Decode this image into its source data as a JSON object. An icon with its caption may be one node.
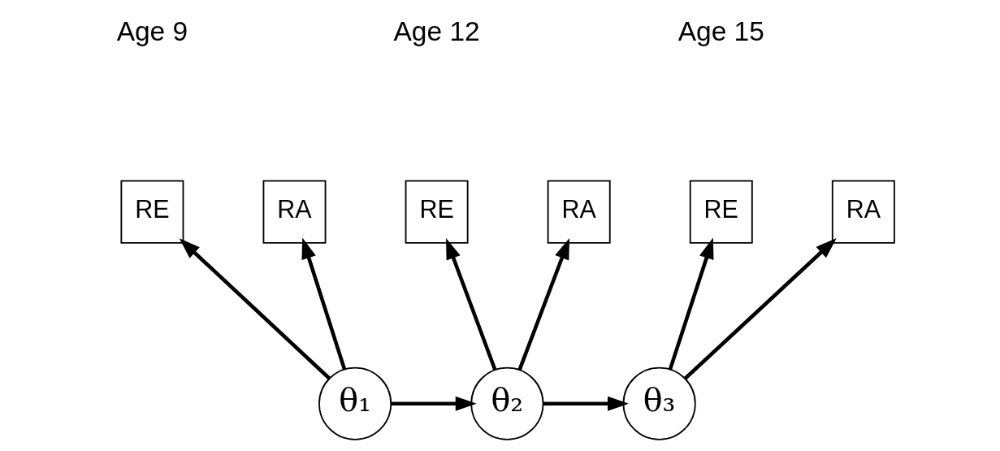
{
  "diagram": {
    "nodes": [
      {
        "text": [
          "RE"
        ]
      },
      {
        "text": [
          "RA"
        ]
      },
      {
        "text": [
          "RE"
        ]
      },
      {
        "text": [
          "RA"
        ]
      },
      {
        "text": [
          "RE"
        ]
      },
      {
        "text": [
          "RA"
        ]
      },
      {
        "text": [
          "θ₁"
        ]
      },
      {
        "text": [
          "θ₂"
        ]
      },
      {
        "text": [
          "θ₃"
        ]
      }
    ],
    "edges": [
      {
        "from": 6,
        "to": 0,
        "arrow": "to"
      },
      {
        "from": 6,
        "to": 1,
        "arrow": "to"
      },
      {
        "from": 7,
        "to": 2,
        "arrow": "to"
      },
      {
        "from": 7,
        "to": 3,
        "arrow": "to"
      },
      {
        "from": 8,
        "to": 4,
        "arrow": "to"
      },
      {
        "from": 8,
        "to": 5,
        "arrow": "to"
      },
      {
        "from": 6,
        "to": 7,
        "arrow": "to"
      },
      {
        "from": 7,
        "to": 8,
        "arrow": "to"
      }
    ],
    "labels": [
      "Age 9",
      "Age 12",
      "Age 15"
    ]
  }
}
